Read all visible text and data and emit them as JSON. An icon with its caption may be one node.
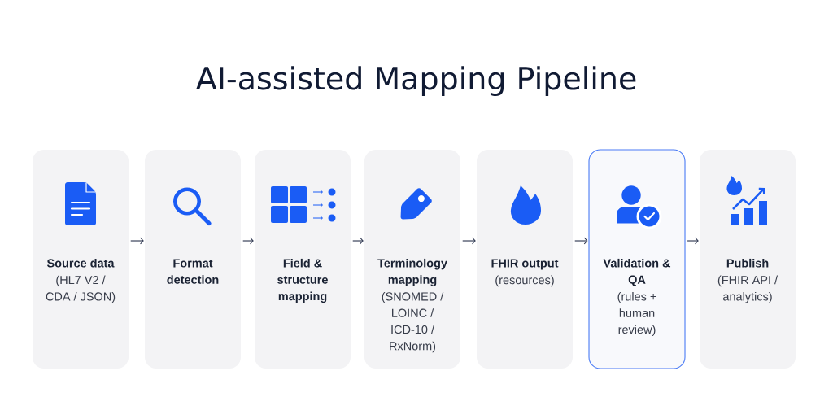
{
  "diagram": {
    "title": "AI-assisted Mapping Pipeline",
    "nodes": [
      {
        "text": [
          "Source data",
          "(HL7 V2 / CDA / JSON)"
        ]
      },
      {
        "text": [
          "Format detection"
        ]
      },
      {
        "text": [
          "Field & structure mapping"
        ]
      },
      {
        "text": [
          "Terminology mapping",
          "(SNOMED / LOINC / ICD-10 / RxNorm)"
        ]
      },
      {
        "text": [
          "FHIR output",
          "(resources)"
        ]
      },
      {
        "text": [
          "Validation & QA",
          "(rules + human review)"
        ]
      },
      {
        "text": [
          "Publish",
          "(FHIR API / analytics)"
        ]
      }
    ],
    "edges": [
      {
        "from": 0,
        "to": 1,
        "arrow": "to"
      },
      {
        "from": 1,
        "to": 2,
        "arrow": "to"
      },
      {
        "from": 2,
        "to": 3,
        "arrow": "to"
      },
      {
        "from": 3,
        "to": 4,
        "arrow": "to"
      },
      {
        "from": 4,
        "to": 5,
        "arrow": "to"
      },
      {
        "from": 5,
        "to": 6,
        "arrow": "to"
      }
    ]
  }
}
